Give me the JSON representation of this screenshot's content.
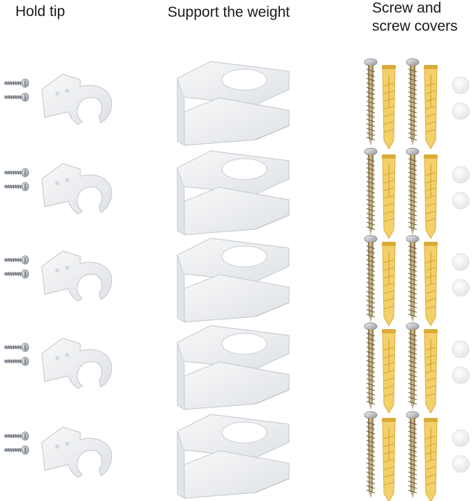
{
  "columns": [
    {
      "key": "hold_tip",
      "title": "Hold tip"
    },
    {
      "key": "support",
      "title": "Support the weight"
    },
    {
      "key": "screws",
      "title_line1": "Screw and",
      "title_line2": "screw covers"
    }
  ],
  "set_count": 5,
  "colors": {
    "acrylic": "#e9ebee",
    "acrylic_edge": "#c9cdd2",
    "anchor": "#f3d06a",
    "anchor_dark": "#d9ac38",
    "screw": "#a98a4c",
    "screw_light": "#e3e6e8",
    "cover": "#f2f2f4"
  }
}
